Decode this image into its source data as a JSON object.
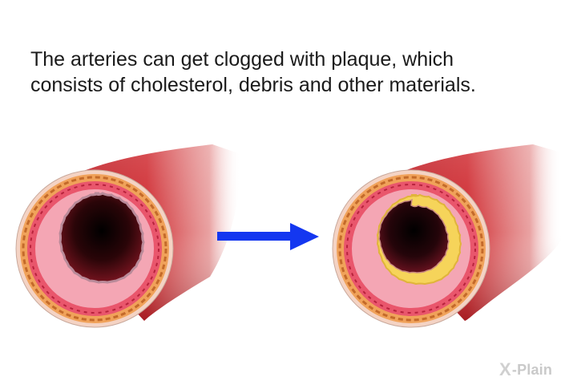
{
  "caption": {
    "line1": "The arteries can get clogged with plaque, which",
    "line2": "consists of cholesterol, debris and other materials."
  },
  "logo": {
    "mark": "X",
    "text": "-Plain"
  },
  "colors": {
    "vessel": "#c8232b",
    "vessel_dark": "#8e121a",
    "tissue_orange": "#f0a25a",
    "tissue_pink": "#f4c9b6",
    "intima": "#e85a6e",
    "plaque": "#f6d45a",
    "lumen": "#000000",
    "arrow": "#1437f0"
  }
}
